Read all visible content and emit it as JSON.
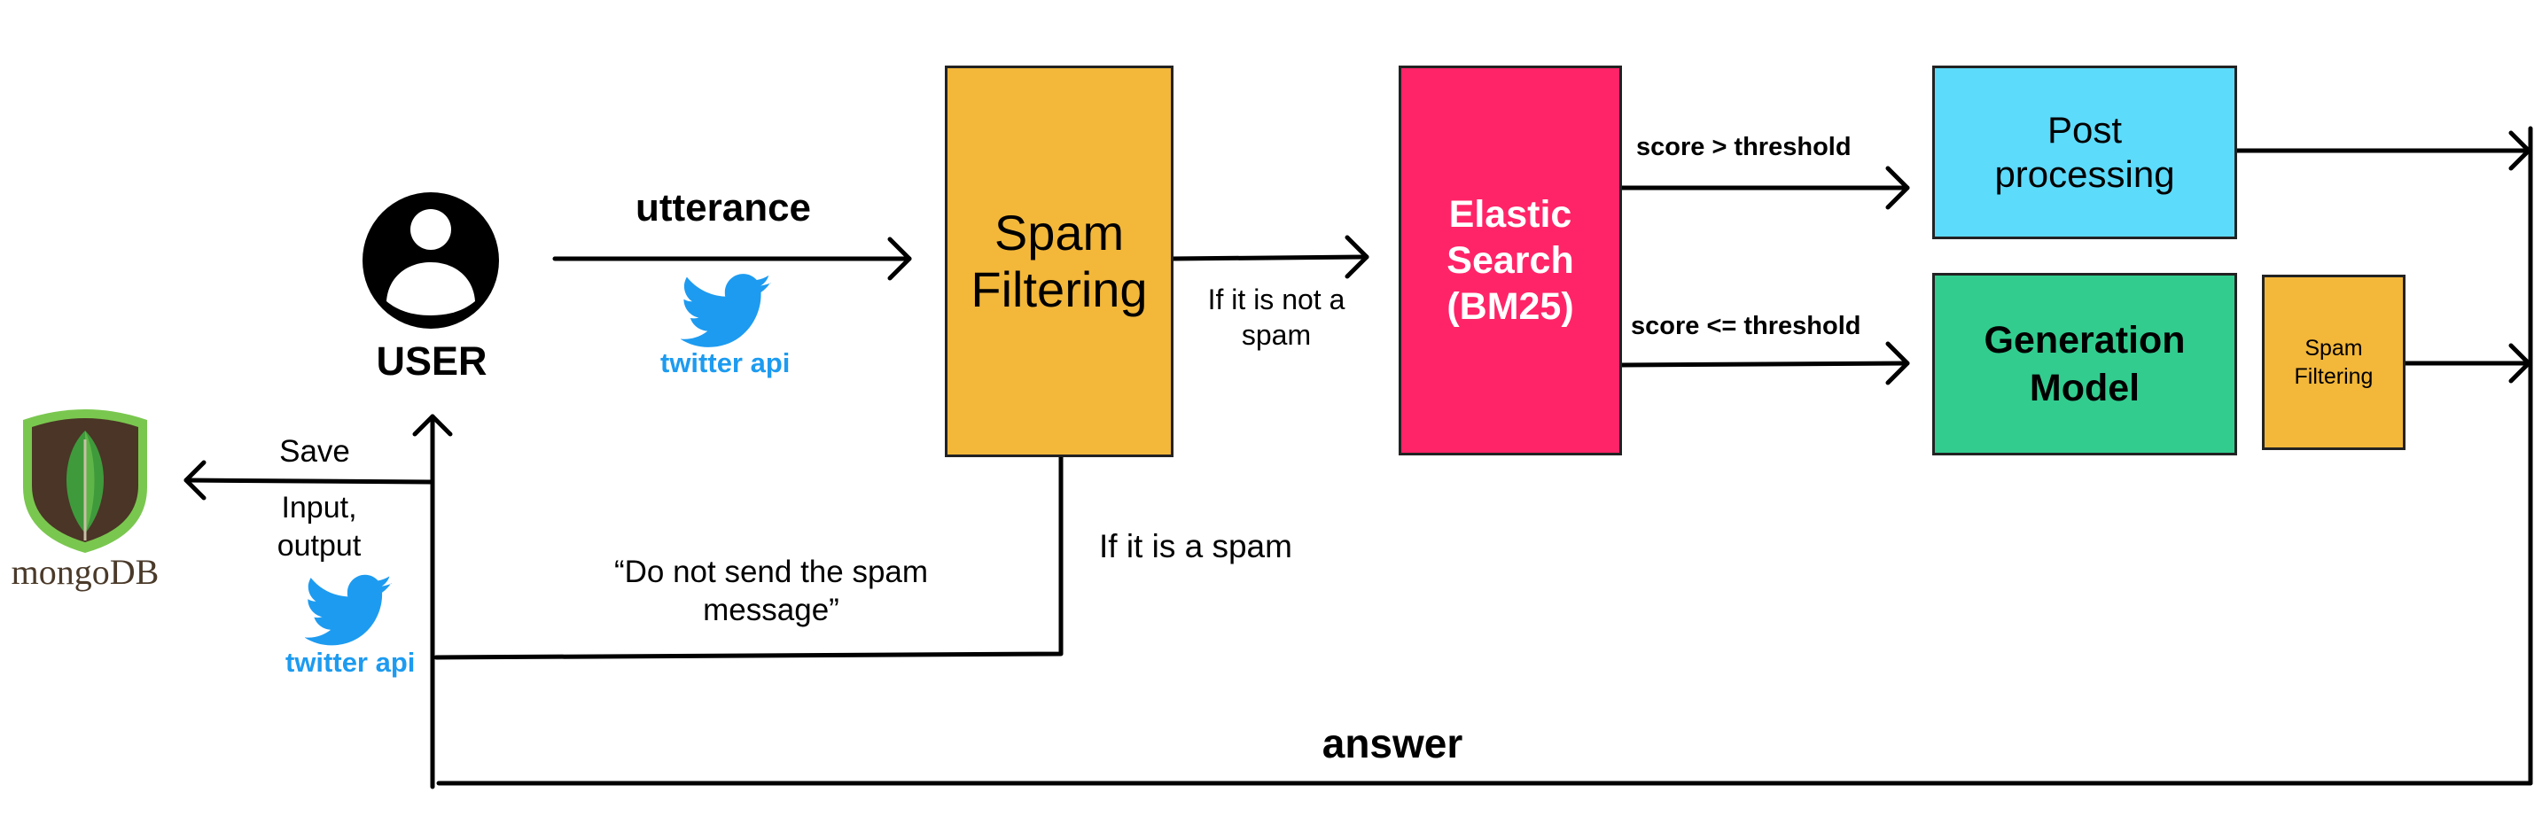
{
  "colors": {
    "spam": "#f3b73a",
    "elastic": "#ff2468",
    "post": "#5ddbfb",
    "generation": "#32cc8f",
    "twitter": "#1d9bf0",
    "mongo_leaf": "#3f9a3c",
    "mongo_text": "#4a3a2a"
  },
  "icons": [
    "user-icon",
    "twitter-bird-icon",
    "mongodb-leaf-icon"
  ],
  "user": {
    "label": "USER"
  },
  "nodes": {
    "spam_filtering": "Spam\nFiltering",
    "elastic_search": "Elastic\nSearch\n(BM25)",
    "post_processing": "Post\nprocessing",
    "generation_model": "Generation\nModel",
    "spam_filtering_small": "Spam\nFiltering"
  },
  "edges": {
    "utterance": "utterance",
    "not_spam": "If it is not a\nspam",
    "is_spam": "If it is a spam",
    "score_gt": "score > threshold",
    "score_le": "score <= threshold",
    "do_not_send": "“Do not send the spam\nmessage”",
    "answer": "answer",
    "save": "Save",
    "input_output": "Input,\noutput"
  },
  "twitter": {
    "label": "twitter api"
  },
  "mongodb": {
    "label": "mongoDB"
  }
}
